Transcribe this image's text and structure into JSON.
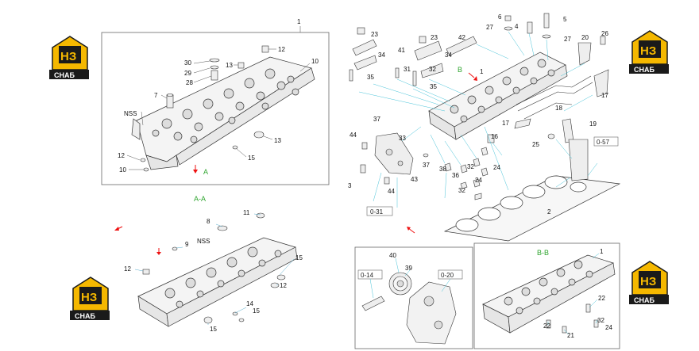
{
  "logos": [
    {
      "mark": "НЗ",
      "word": "СНАБ"
    },
    {
      "mark": "НЗ",
      "word": "СНАБ"
    },
    {
      "mark": "НЗ",
      "word": "СНАБ"
    },
    {
      "mark": "НЗ",
      "word": "СНАБ"
    }
  ],
  "views": {
    "section_aa": "A-A",
    "section_bb": "B-B",
    "marker_a": "A",
    "marker_b": "B"
  },
  "notes": {
    "nss_1": "NSS",
    "nss_2": "NSS"
  },
  "refs": {
    "r1": "0-31",
    "r2": "0-57",
    "r3": "0-14",
    "r4": "0-20"
  },
  "callouts": {
    "topleft": [
      "1",
      "30",
      "29",
      "28",
      "13",
      "12",
      "10",
      "7",
      "NSS",
      "12",
      "10",
      "13",
      "15"
    ],
    "midleft": [
      "8",
      "11",
      "9",
      "12",
      "15",
      "12",
      "14",
      "15",
      "15"
    ],
    "right": [
      "6",
      "27",
      "5",
      "4",
      "27",
      "23",
      "34",
      "41",
      "42",
      "23",
      "34",
      "35",
      "31",
      "32",
      "35",
      "20",
      "26",
      "1",
      "17",
      "18",
      "37",
      "33",
      "44",
      "3",
      "44",
      "43",
      "37",
      "38",
      "36",
      "32",
      "24",
      "16",
      "24",
      "25",
      "19",
      "17",
      "2",
      "32",
      "40",
      "39",
      "1",
      "22",
      "21",
      "22",
      "32",
      "24"
    ]
  }
}
